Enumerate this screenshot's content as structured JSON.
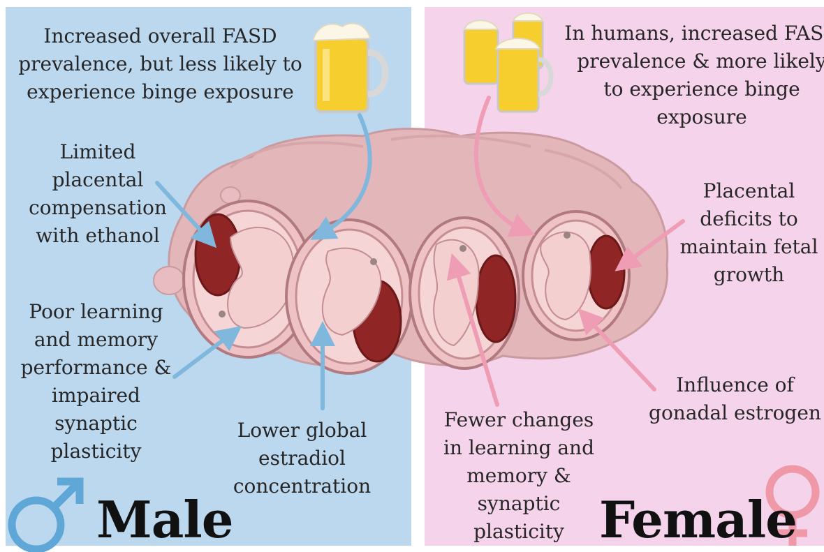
{
  "colors": {
    "male_panel": "#bcd8ef",
    "female_panel": "#f5d3ea",
    "male_arrow": "#7fb8dc",
    "female_arrow": "#ee9db5",
    "male_symbol": "#5fa7d6",
    "female_symbol": "#ee98a8",
    "uterus": "#e8bcc0",
    "placenta": "#8f2525",
    "fetus": "#f3cfcf"
  },
  "male": {
    "heading": "Male",
    "symbol_icon": "male-symbol-icon",
    "labels": {
      "fasd_prevalence": "Increased overall FASD\nprevalence, but less likely to\nexperience binge exposure",
      "placental_compensation": "Limited\nplacental\ncompensation\nwith ethanol",
      "learning_memory": "Poor learning\nand memory\nperformance &\nimpaired\nsynaptic\nplasticity",
      "estradiol": "Lower global\nestradiol\nconcentration"
    }
  },
  "female": {
    "heading": "Female",
    "symbol_icon": "female-symbol-icon",
    "labels": {
      "fasd_prevalence": "In humans, increased FASD\nprevalence & more likely\nto experience binge\nexposure",
      "placental_deficits": "Placental\ndeficits to\nmaintain fetal\ngrowth",
      "estrogen": "Influence of\ngonadal estrogen",
      "learning_memory": "Fewer changes\nin learning and\nmemory &\nsynaptic\nplasticity"
    }
  },
  "illustrations": {
    "beer_single": "beer-mug-icon",
    "beer_multiple": "beer-mugs-icon",
    "uterus": "uterine-horn-with-fetuses"
  }
}
